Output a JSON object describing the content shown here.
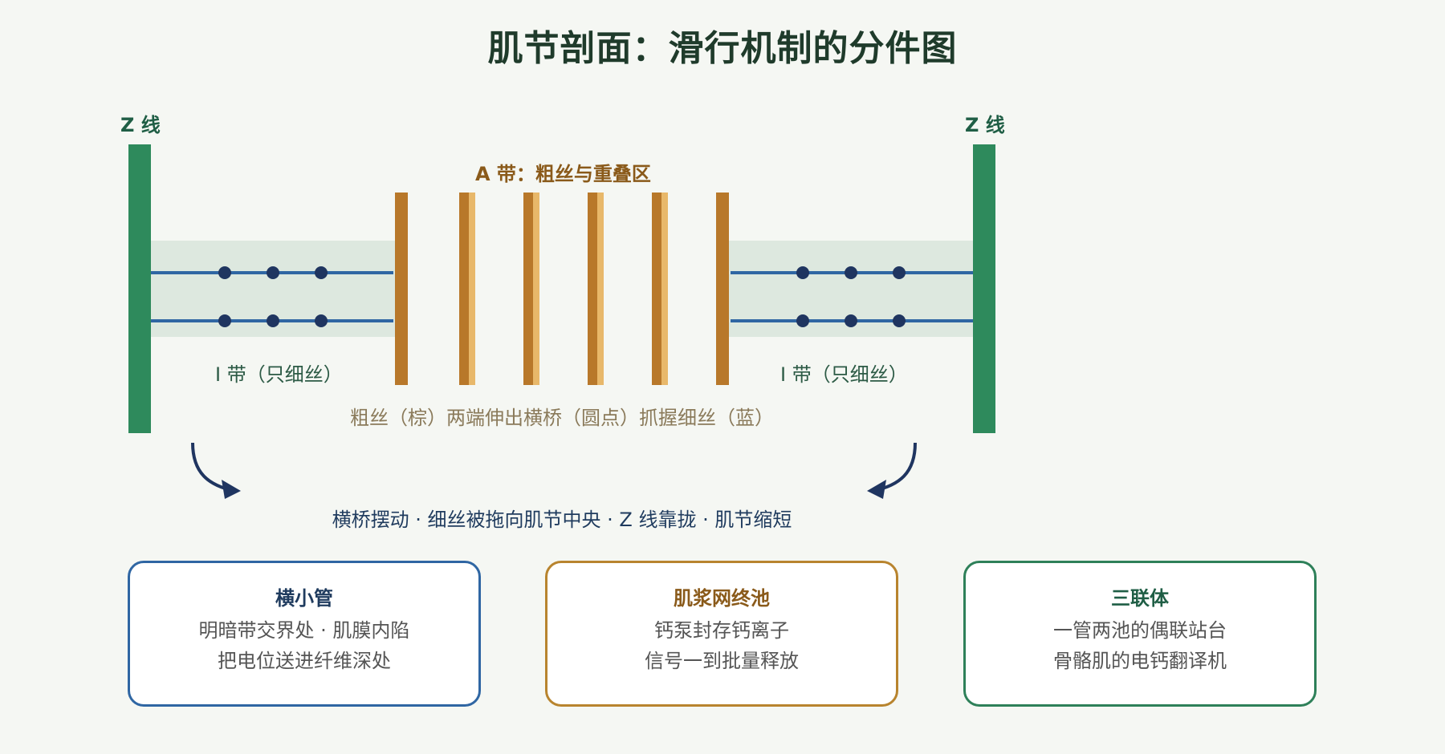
{
  "title": "肌节剖面：滑行机制的分件图",
  "labels": {
    "z_line_left": "Z 线",
    "z_line_right": "Z 线",
    "a_band": "A 带：粗丝与重叠区",
    "i_band_left": "I 带（只细丝）",
    "i_band_right": "I 带（只细丝）",
    "thick_caption": "粗丝（棕）两端伸出横桥（圆点）抓握细丝（蓝）",
    "motion_caption": "横桥摆动 · 细丝被拖向肌节中央 · Z 线靠拢 · 肌节缩短"
  },
  "cards": [
    {
      "title": "横小管",
      "line1": "明暗带交界处 · 肌膜内陷",
      "line2": "把电位送进纤维深处"
    },
    {
      "title": "肌浆网终池",
      "line1": "钙泵封存钙离子",
      "line2": "信号一到批量释放"
    },
    {
      "title": "三联体",
      "line1": "一管两池的偶联站台",
      "line2": "骨骼肌的电钙翻译机"
    }
  ],
  "colors": {
    "z_line": "#2e8a5c",
    "thick_filament": "#b8782a",
    "thick_filament_light": "#e8b86a",
    "thin_filament": "#2f66a3",
    "cross_bridge": "#1f3560",
    "i_band_fill": "#dde8df",
    "arrow": "#1f3560"
  }
}
